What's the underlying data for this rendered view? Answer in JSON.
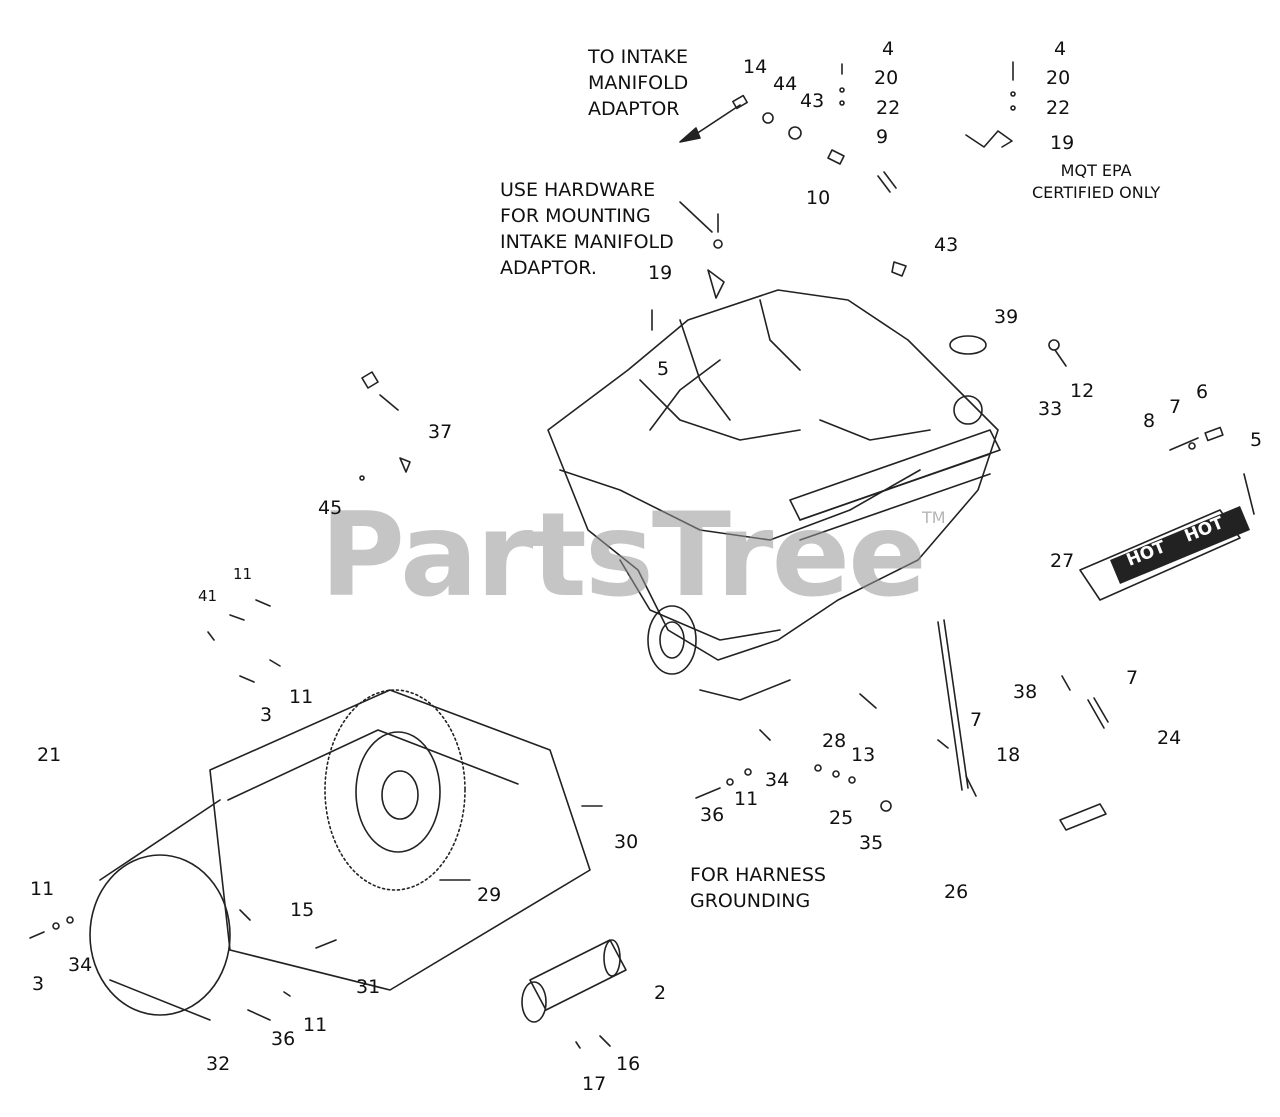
{
  "notes": {
    "intake": "TO INTAKE\nMANIFOLD\nADAPTOR",
    "hardware": "USE HARDWARE\nFOR MOUNTING\nINTAKE MANIFOLD\nADAPTOR.",
    "epa": "MQT EPA\nCERTIFIED ONLY",
    "harness": "FOR HARNESS\nGROUNDING"
  },
  "hot_labels": [
    "HOT",
    "HOT"
  ],
  "watermark": {
    "text": "PartsTree",
    "mark": "TM"
  },
  "callouts": [
    "4",
    "20",
    "22",
    "9",
    "10",
    "14",
    "44",
    "43",
    "4",
    "20",
    "22",
    "19",
    "19",
    "43",
    "39",
    "5",
    "12",
    "33",
    "8",
    "7",
    "6",
    "5",
    "37",
    "45",
    "27",
    "11",
    "41",
    "11",
    "3",
    "38",
    "7",
    "7",
    "24",
    "18",
    "28",
    "13",
    "21",
    "34",
    "11",
    "36",
    "25",
    "35",
    "30",
    "26",
    "29",
    "11",
    "15",
    "34",
    "3",
    "31",
    "2",
    "11",
    "36",
    "16",
    "32",
    "17"
  ]
}
